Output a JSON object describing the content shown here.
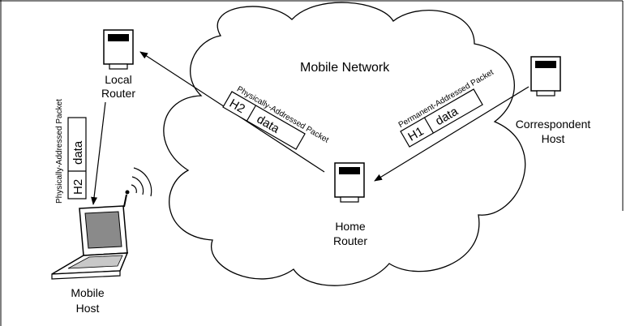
{
  "title": "Mobile Network",
  "nodes": {
    "local_router": {
      "line1": "Local",
      "line2": "Router",
      "icon": "router-icon"
    },
    "home_router": {
      "line1": "Home",
      "line2": "Router",
      "icon": "router-icon"
    },
    "correspondent_host": {
      "line1": "Correspondent",
      "line2": "Host",
      "icon": "host-icon"
    },
    "mobile_host": {
      "line1": "Mobile",
      "line2": "Host",
      "icon": "laptop-icon"
    }
  },
  "packets": {
    "home_to_local": {
      "label": "Physically-Addressed Packet",
      "header": "H2",
      "payload": "data"
    },
    "correspondent_to_home": {
      "label": "Permanent-Addressed Packet",
      "header": "H1",
      "payload": "data"
    },
    "local_to_mobile": {
      "label": "Physically-Addressed Packet",
      "header": "H2",
      "payload": "data"
    }
  },
  "colors": {
    "stroke": "#000000",
    "screen": "#8a8a8a",
    "keyboard": "#c8c8c8",
    "background": "#ffffff"
  }
}
